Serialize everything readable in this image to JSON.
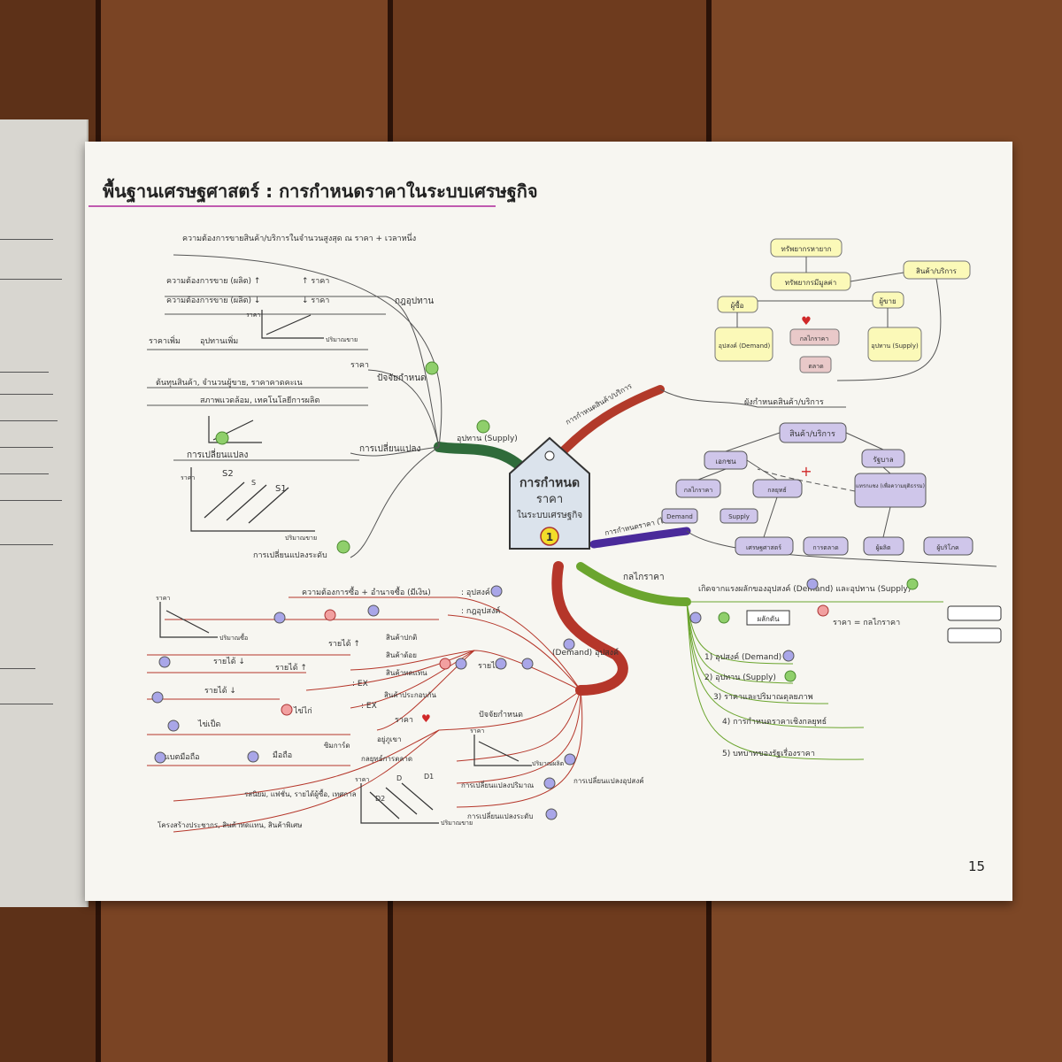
{
  "page": {
    "title": "พื้นฐานเศรษฐศาสตร์ : การกำหนดราคาในระบบเศรษฐกิจ",
    "page_number": "15"
  },
  "center": {
    "line1": "การกำหนด",
    "line2": "ราคา",
    "line3": "ในระบบเศรษฐกิจ",
    "badge": "1"
  },
  "supply_branch": {
    "label": "อุปทาน (Supply)",
    "item_1": "ความต้องการขายสินค้า/บริการในจำนวนสูงสุด ณ ราคา + เวลาหนึ่ง",
    "law_label": "กฎอุปทาน",
    "law_a": "ความต้องการขาย (ผลิต) ↑",
    "law_a_price": "↑ ราคา",
    "law_b": "ความต้องการขาย (ผลิต) ↓",
    "law_b_price": "↓ ราคา",
    "axis_price": "ราคา",
    "axis_qty_sell": "ปริมาณขาย",
    "price_up": "ราคาเพิ่ม",
    "supply_up": "อุปทานเพิ่ม",
    "factor_label": "ปัจจัยกำหนด",
    "factor_price": "ราคา",
    "factor_cost": "ต้นทุนสินค้า, จำนวนผู้ขาย, ราคาคาดคะเน",
    "factor_env": "สภาพแวดล้อม, เทคโนโลยีการผลิต",
    "change_label": "การเปลี่ยนแปลง",
    "change_item": "การเปลี่ยนแปลง",
    "s1": "S1",
    "s2": "S2",
    "s": "S",
    "change_level": "การเปลี่ยนแปลงระดับ"
  },
  "goods_branch": {
    "label": "การกำหนดสินค้า/บริการ",
    "chart_label": "ผังกำหนดสินค้า/บริการ",
    "resource_scarce": "ทรัพยากรหายาก",
    "resource_valuable": "ทรัพยากรมีมูลค่า",
    "goods_services": "สินค้า/บริการ",
    "buyer": "ผู้ซื้อ",
    "seller": "ผู้ขาย",
    "demand_box": "อุปสงค์ (Demand)",
    "price_mech": "กลไกราคา",
    "supply_box": "อุปทาน (Supply)",
    "market": "ตลาด"
  },
  "thai_branch": {
    "label": "การกำหนดราคา (ไทย)",
    "goods": "สินค้า/บริการ",
    "private": "เอกชน",
    "government": "รัฐบาล",
    "price_mech": "กลไกราคา",
    "strategy": "กลยุทธ์",
    "intervention": "แทรกแซง (เพื่อความยุติธรรม)",
    "demand": "Demand",
    "supply": "Supply",
    "economics": "เศรษฐศาสตร์",
    "marketing": "การตลาด",
    "producer": "ผู้ผลิต",
    "consumer": "ผู้บริโภค"
  },
  "mech_branch": {
    "label": "กลไกราคา",
    "origin": "เกิดจากแรงผลักของอุปสงค์ (Demand) และอุปทาน (Supply)",
    "push": "ผลักดัน",
    "price_eq": "ราคา = กลไกราคา",
    "item_1": "1) อุปสงค์ (Demand)",
    "item_2": "2) อุปทาน (Supply)",
    "item_3": "3) ราคาและปริมาณดุลยภาพ",
    "item_4": "4) การกำหนดราคาเชิงกลยุทธ์",
    "item_5": "5) บทบาทของรัฐเรื่องราคา"
  },
  "demand_branch": {
    "label": "(Demand) อุปสงค์",
    "def_label": ": อุปสงค์",
    "def_text": "ความต้องการซื้อ + อำนาจซื้อ (มีเงิน)",
    "law_label": ": กฎอุปสงค์",
    "axis_price": "ราคา",
    "axis_qty_buy": "ปริมาณซื้อ",
    "income_label": "รายได้,",
    "normal_goods": "สินค้าปกติ",
    "inferior_goods": "สินค้าด้อย",
    "substitute_goods": "สินค้าทดแทน",
    "complement_goods": "สินค้าประกอบกัน",
    "income_up": "รายได้ ↑",
    "income_down": "รายได้ ↓",
    "ex1": ": EX",
    "ex2": ": EX",
    "pork": "ไข่ไก่",
    "egg_duck": "ไข่เป็ด",
    "phone": "มือถือ",
    "sim": "ซิมการ์ด",
    "battery": "แบตมือถือ",
    "factor_label": "ปัจจัยกำหนด",
    "factor_price": "ราคา",
    "factor_pref": "อยู่ภูเขา",
    "factor_strategy": "กลยุทธ์การตลาด",
    "factor_taste": "รสนิยม, แฟชั่น, รายได้ผู้ซื้อ, เทศกาล",
    "factor_pop": "โครงสร้างประชากร, สินค้าทดแทน, สินค้าพิเศษ",
    "change_label": "การเปลี่ยนแปลงอุปสงค์",
    "change_qty": "การเปลี่ยนแปลงปริมาณ",
    "change_level": "การเปลี่ยนแปลงระดับ",
    "axis_qty_prod": "ปริมาณผลิต",
    "axis_qty_sell": "ปริมาณขาย",
    "d": "D",
    "d1": "D1",
    "d2": "D2"
  },
  "colors": {
    "supply": "#2f6b3a",
    "goods": "#b23a2a",
    "thai": "#4a2a9a",
    "mech": "#6ba52e",
    "demand": "#b5362a",
    "title_line": "#c05ab0"
  }
}
